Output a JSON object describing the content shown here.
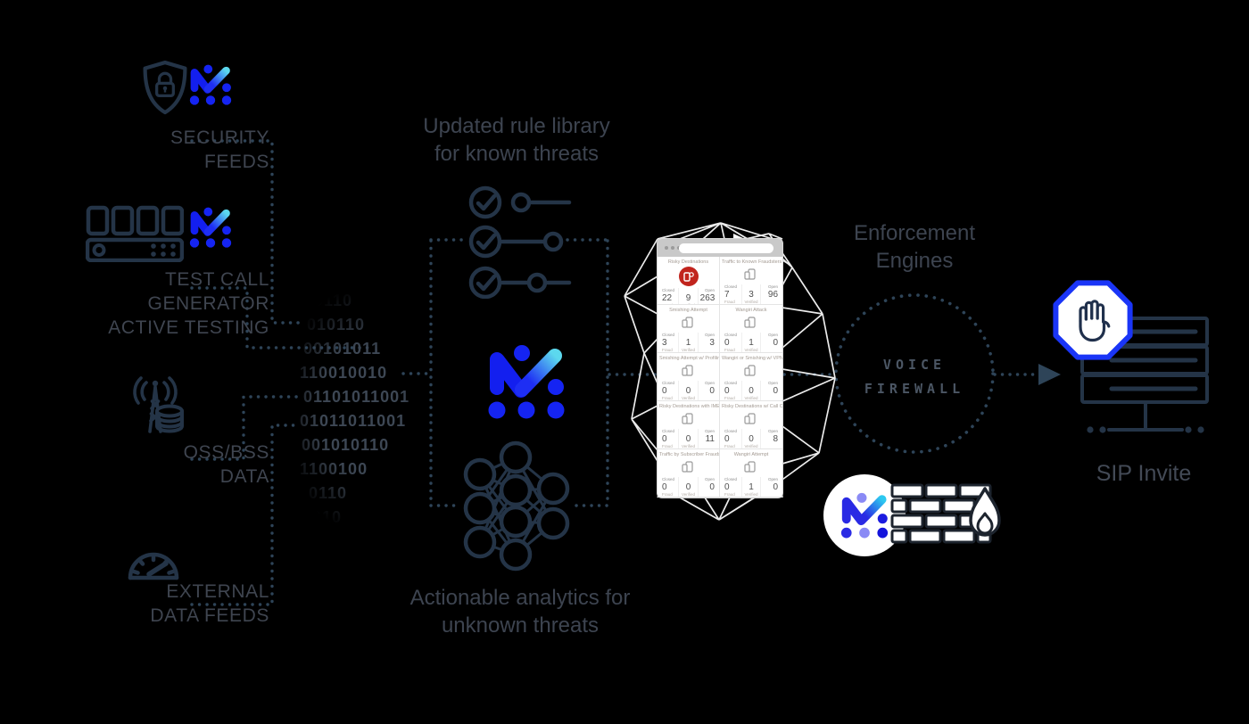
{
  "sources": {
    "security": {
      "line1": "SECURITY",
      "line2": "FEEDS"
    },
    "test_call": {
      "line1": "TEST CALL",
      "line2": "GENERATOR",
      "line3": "ACTIVE TESTING"
    },
    "oss_bss": {
      "line1": "OSS/BSS",
      "line2": "DATA"
    },
    "external": {
      "line1": "EXTERNAL",
      "line2": "DATA FEEDS"
    }
  },
  "binary": {
    "lines": [
      "0110",
      "010110",
      "00101011",
      "110010010",
      "01101011001",
      "01011011001",
      "001010110",
      "1100100",
      "0110",
      "010"
    ]
  },
  "rule_library": {
    "line1": "Updated rule library",
    "line2": "for known threats"
  },
  "analytics": {
    "line1": "Actionable analytics for",
    "line2": "unknown threats"
  },
  "enforcement": {
    "line1": "Enforcement",
    "line2": "Engines"
  },
  "voice_firewall": {
    "line1": "VOICE",
    "line2": "FIREWALL"
  },
  "sip_invite": {
    "label": "SIP Invite"
  },
  "dashboard": {
    "labels": {
      "closed": "Closed",
      "open": "Open",
      "fraud": "Fraud",
      "verified": "Verified"
    },
    "cards": [
      {
        "title": "Risky Destinations",
        "closed": "22",
        "verified": "9",
        "open": "263"
      },
      {
        "title": "Traffic to Known Fraudsters",
        "closed": "7",
        "verified": "3",
        "open": "96"
      },
      {
        "title": "Smishing Attempt",
        "closed": "3",
        "verified": "1",
        "open": "3"
      },
      {
        "title": "Wangiri Attack",
        "closed": "0",
        "verified": "1",
        "open": "0"
      },
      {
        "title": "Smishing Attempt w/ Profiling Devi...",
        "closed": "0",
        "verified": "0",
        "open": "0"
      },
      {
        "title": "Wangiri or Smishing w/ VPN Similar...",
        "closed": "0",
        "verified": "0",
        "open": "0"
      },
      {
        "title": "Risky Destinations with IMEI/SIM Sw...",
        "closed": "0",
        "verified": "0",
        "open": "11"
      },
      {
        "title": "Risky Destinations w/ Call Collision",
        "closed": "0",
        "verified": "0",
        "open": "8"
      },
      {
        "title": "Traffic by Subscriber Fraudster",
        "closed": "0",
        "verified": "0",
        "open": "0"
      },
      {
        "title": "Wangiri Attempt",
        "closed": "0",
        "verified": "1",
        "open": "0"
      }
    ]
  },
  "colors": {
    "accent_blue": "#1524f2",
    "accent_cyan": "#55d8f0",
    "alert_red": "#c1241d",
    "octagon_blue": "#1a35f7",
    "connector": "#2e4458",
    "label_gray": "#3f4550"
  },
  "icons": {
    "shield-lock-icon": "shield with padlock",
    "test-phones-icon": "row of handsets over test unit",
    "antenna-database-icon": "radio mast with database",
    "gauge-icon": "speedometer",
    "rule-check-icon": "checkmark sliders",
    "neural-network-icon": "neural network",
    "brand-logo": "M check logo with dots",
    "firewall-brick-icon": "brick wall with flame",
    "stop-hand-icon": "hand in octagon",
    "server-icon": "server rack",
    "arrow-right-icon": "triangle arrowhead"
  }
}
